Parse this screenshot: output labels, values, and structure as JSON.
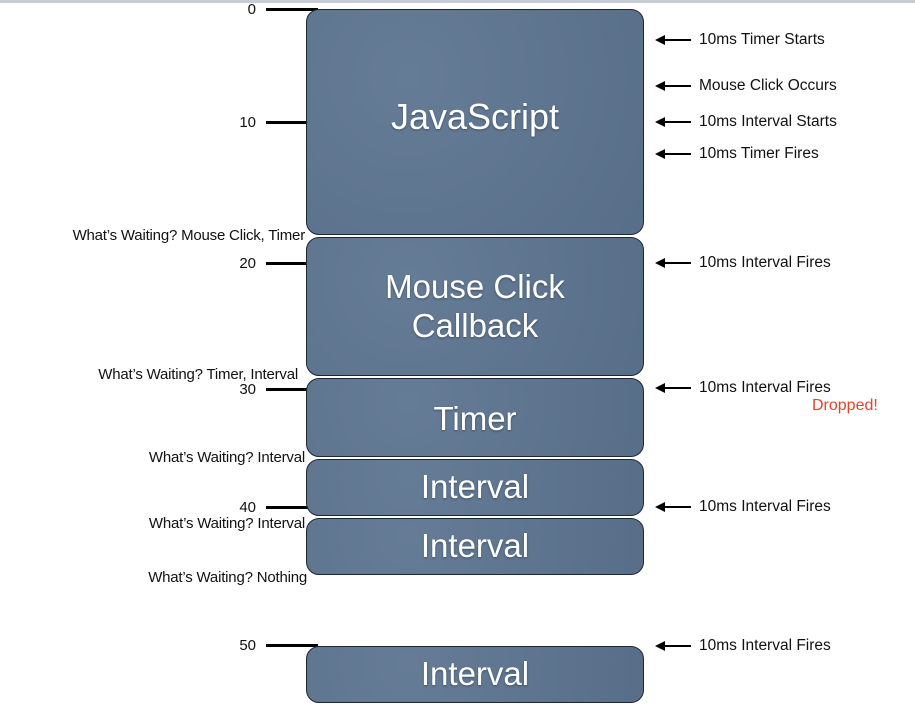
{
  "ticks": [
    {
      "label": "0",
      "value": 0
    },
    {
      "label": "10",
      "value": 10
    },
    {
      "label": "20",
      "value": 20
    },
    {
      "label": "30",
      "value": 30
    },
    {
      "label": "40",
      "value": 40
    },
    {
      "label": "50",
      "value": 50
    }
  ],
  "blocks": [
    {
      "label": "JavaScript"
    },
    {
      "label": "Mouse Click\nCallback"
    },
    {
      "label": "Timer"
    },
    {
      "label": "Interval"
    },
    {
      "label": "Interval"
    },
    {
      "label": "Interval"
    }
  ],
  "waiting": [
    "What’s Waiting? Mouse Click, Timer",
    "What’s Waiting? Timer, Interval",
    "What’s Waiting? Interval",
    "What’s Waiting? Interval",
    "What’s Waiting? Nothing"
  ],
  "events": [
    "10ms Timer Starts",
    "Mouse Click Occurs",
    "10ms Interval Starts",
    "10ms Timer Fires",
    "10ms Interval Fires",
    "10ms Interval Fires",
    "10ms Interval Fires",
    "10ms Interval Fires"
  ],
  "dropped_label": "Dropped!"
}
